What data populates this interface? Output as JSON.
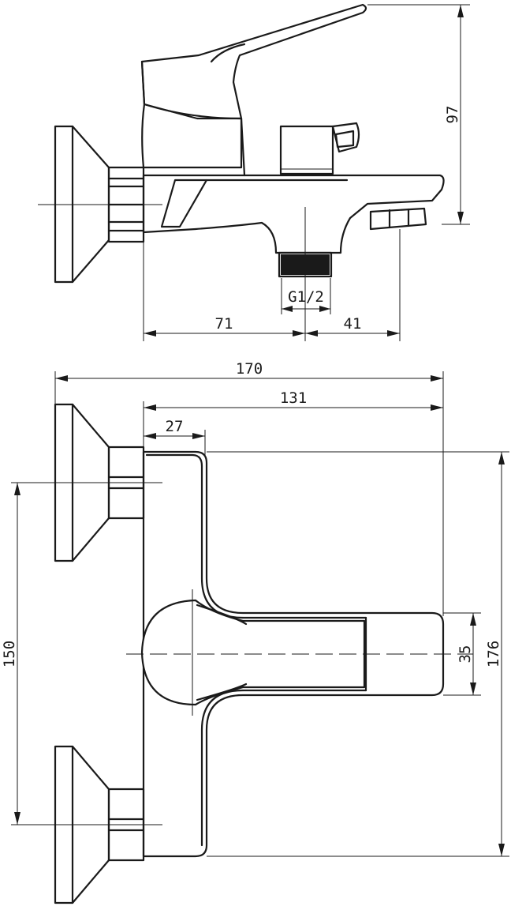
{
  "side_view": {
    "dimensions": {
      "height": "97",
      "thread": "G1/2",
      "wall_to_outlet_axis": "71",
      "outlet_axis_to_spout": "41"
    }
  },
  "top_view": {
    "dimensions": {
      "overall_length": "170",
      "body_length": "131",
      "eccentric_depth": "27",
      "eccentric_spacing": "150",
      "spout_width": "35",
      "body_height": "176"
    }
  }
}
